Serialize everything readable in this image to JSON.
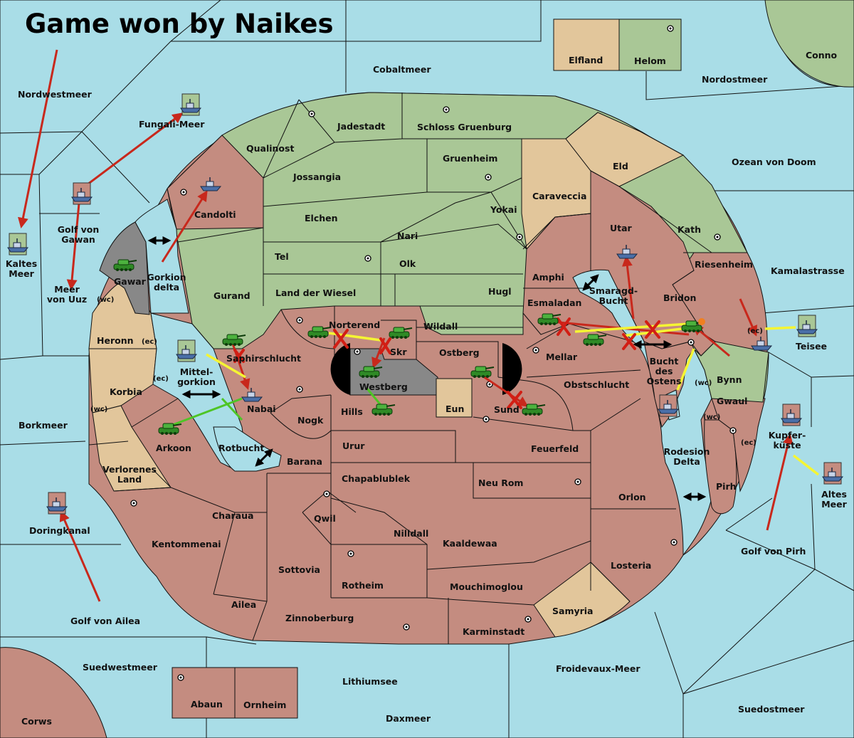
{
  "title": "Game won by Naikes",
  "colors": {
    "sea": "#a9dde7",
    "green": "#a9c796",
    "red": "#c48c80",
    "tan": "#e2c69b",
    "grey": "#888888",
    "move_red": "#c8281c",
    "support_yellow": "#f5f533",
    "convoy_green": "#4ec526"
  },
  "seas": {
    "nordwestmeer": "Nordwestmeer",
    "cobaltmeer": "Cobaltmeer",
    "nordostmeer": "Nordostmeer",
    "conno": "Conno",
    "fungali": "Fungali-Meer",
    "golf_gawan": "Golf von\nGawan",
    "kaltes": "Kaltes\nMeer",
    "meer_uuz": "Meer\nvon Uuz",
    "gorkion_delta": "Gorkion\ndelta",
    "ozean_doom": "Ozean von Doom",
    "kamalastrasse": "Kamalastrasse",
    "smaragd": "Smaragd-\nBucht",
    "teisee": "Teisee",
    "bucht_ostens": "Bucht\ndes\nOstens",
    "mittelgorkion": "Mittel-\ngorkion",
    "borkmeer": "Borkmeer",
    "rotbucht": "Rotbucht",
    "rodesion_delta": "Rodesion\nDelta",
    "kupferkueste": "Kupfer-\nküste",
    "altes_meer": "Altes\nMeer",
    "golf_pirh": "Golf von Pirh",
    "doringkanal": "Doringkanal",
    "golf_ailea": "Golf von Ailea",
    "suedwestmeer": "Suedwestmeer",
    "lithiumsee": "Lithiumsee",
    "froidevaux": "Froidevaux-Meer",
    "suedostmeer": "Suedostmeer",
    "daxmeer": "Daxmeer",
    "corws": "Corws"
  },
  "lands": {
    "elfland": "Elfland",
    "helom": "Helom",
    "qualinost": "Qualinost",
    "jadestadt": "Jadestadt",
    "schloss": "Schloss Gruenburg",
    "gruenheim": "Gruenheim",
    "eld": "Eld",
    "jossangia": "Jossangia",
    "caraveccia": "Caraveccia",
    "candolti": "Candolti",
    "elchen": "Elchen",
    "yokai": "Yokai",
    "nari": "Nari",
    "utar": "Utar",
    "kath": "Kath",
    "tel": "Tel",
    "olk": "Olk",
    "amphi": "Amphi",
    "riesenheim": "Riesenheim",
    "gawar": "Gawar",
    "gurand": "Gurand",
    "land_wiesel": "Land der Wiesel",
    "hugl": "Hugl",
    "bridon": "Bridon",
    "esmaladan": "Esmaladan",
    "heronn": "Heronn",
    "norterend": "Norterend",
    "wildall": "Wildall",
    "skr": "Skr",
    "ostberg": "Ostberg",
    "mellar": "Mellar",
    "saphir": "Saphirschlucht",
    "westberg": "Westberg",
    "korbia": "Korbia",
    "bynn": "Bynn",
    "obstschlucht": "Obstschlucht",
    "nabai": "Nabai",
    "hills": "Hills",
    "eun": "Eun",
    "sund": "Sund",
    "gwaul": "Gwaul",
    "nogk": "Nogk",
    "arkoon": "Arkoon",
    "urur": "Urur",
    "feuerfeld": "Feuerfeld",
    "barana": "Barana",
    "verlorenes": "Verlorenes\nLand",
    "chapab": "Chapablublek",
    "neu_rom": "Neu Rom",
    "pirh": "Pirh",
    "orlon": "Orlon",
    "qwil": "Qwil",
    "charaua": "Charaua",
    "nilldall": "Nilldall",
    "kaaldewaa": "Kaaldewaa",
    "kentommenai": "Kentommenai",
    "sottovia": "Sottovia",
    "losteria": "Losteria",
    "rotheim": "Rotheim",
    "mouchi": "Mouchimoglou",
    "ailea": "Ailea",
    "samyria": "Samyria",
    "zinnoberburg": "Zinnoberburg",
    "karminstadt": "Karminstadt",
    "abaun": "Abaun",
    "ornheim": "Ornheim",
    "coast_wc": "(wc)",
    "coast_ec": "(ec)"
  },
  "units": {
    "fleet_icon": "fleet-ship-icon",
    "army_icon": "army-tank-icon"
  }
}
